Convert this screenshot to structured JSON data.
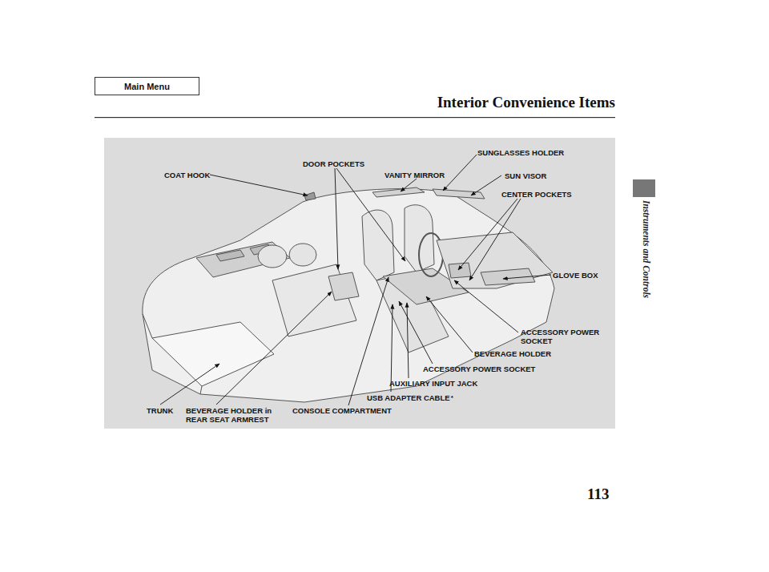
{
  "diagram": {
    "title": "Interior Convenience Items",
    "nodes": [
      {
        "text": [
          "Main Menu"
        ]
      }
    ],
    "labels": [
      "COAT HOOK",
      "DOOR POCKETS",
      "VANITY MIRROR",
      "SUNGLASSES HOLDER",
      "SUN VISOR",
      "CENTER POCKETS",
      "GLOVE BOX",
      "ACCESSORY POWER SOCKET",
      "BEVERAGE HOLDER",
      "ACCESSORY POWER SOCKET",
      "AUXILIARY INPUT JACK",
      "USB ADAPTER CABLE",
      "*",
      "TRUNK",
      "BEVERAGE HOLDER in REAR SEAT ARMREST",
      "CONSOLE COMPARTMENT",
      "Instruments and Controls",
      "113"
    ]
  }
}
